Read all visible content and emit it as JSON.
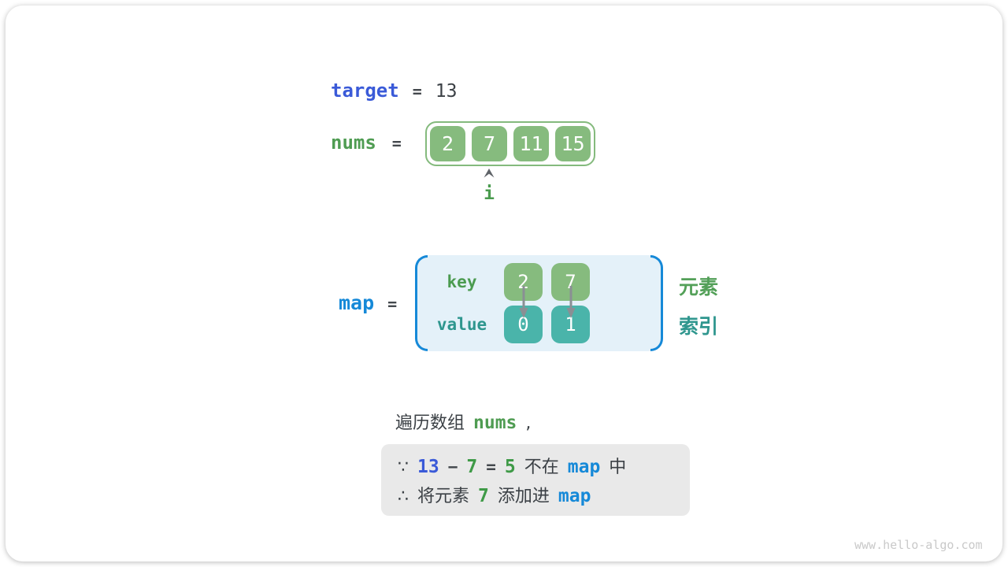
{
  "colors": {
    "royal_blue": "#3a5ad8",
    "cyan_blue": "#1689d8",
    "green_text": "#4f9c52",
    "green_cell": "#86bb7e",
    "teal_cell": "#4ab4aa",
    "teal_text": "#2e968e",
    "dark_text": "#3b4045",
    "note_bg": "#e9e9e9",
    "map_bg": "#e4f1f9"
  },
  "target_line": {
    "keyword": "target",
    "equals": "=",
    "value": "13"
  },
  "nums_line": {
    "keyword": "nums",
    "equals": "=",
    "cells": [
      "2",
      "7",
      "11",
      "15"
    ],
    "pointer_label": "i"
  },
  "map_block": {
    "keyword": "map",
    "equals": "=",
    "rows": [
      {
        "label": "key",
        "cells": [
          "2",
          "7"
        ],
        "side_label": "元素"
      },
      {
        "label": "value",
        "cells": [
          "0",
          "1"
        ],
        "side_label": "索引"
      }
    ]
  },
  "caption": {
    "prefix": "遍历数组",
    "code": "nums",
    "suffix": ","
  },
  "note": {
    "line1": [
      "∵",
      "13",
      "−",
      "7",
      "=",
      "5",
      "不在",
      "map",
      "中"
    ],
    "line2": [
      "∴",
      "将元素",
      "7",
      "添加进",
      "map"
    ]
  },
  "watermark": "www.hello-algo.com"
}
